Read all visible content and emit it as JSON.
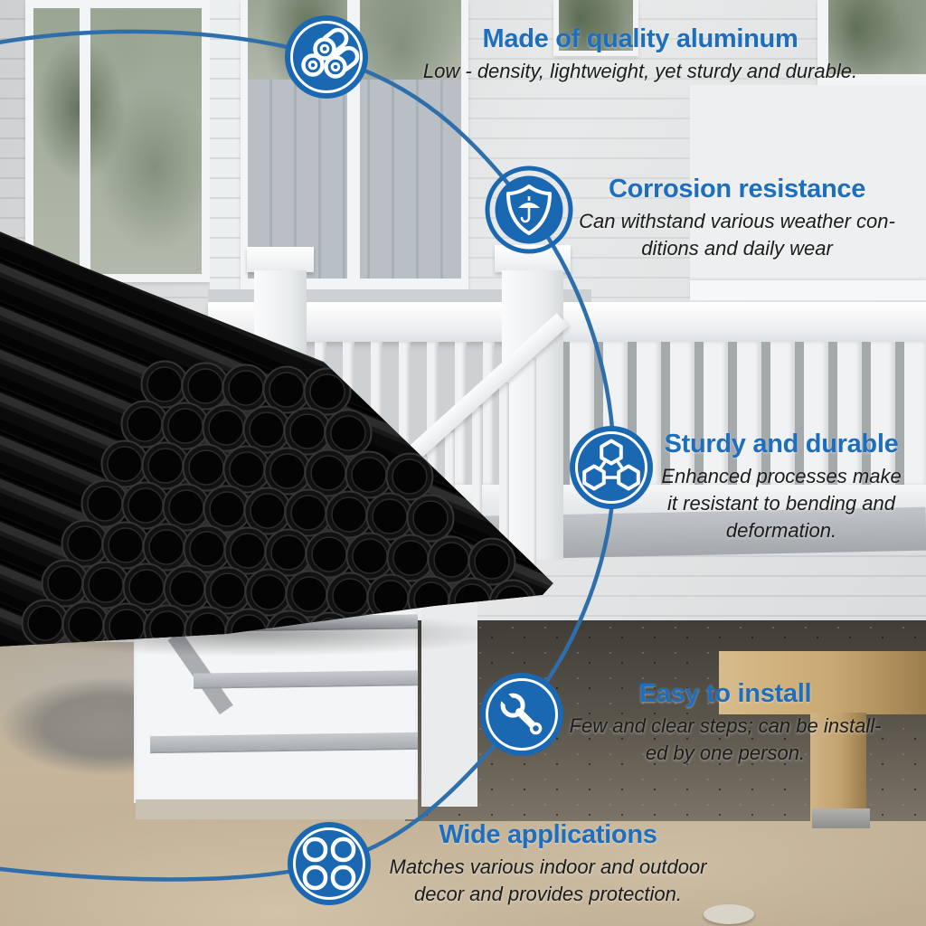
{
  "accent_blue": "#1d6fbe",
  "icon_blue": "#1a67b2",
  "curve_color": "#2e6fab",
  "features": [
    {
      "title": "Made of quality aluminum",
      "desc": "Low - density, lightweight, yet sturdy and durable.",
      "icon": "pipes-icon"
    },
    {
      "title": "Corrosion resistance",
      "desc": "Can withstand various weather con-\nditions and daily wear",
      "icon": "shield-umbrella-icon"
    },
    {
      "title": "Sturdy and durable",
      "desc": "Enhanced processes make\nit resistant to bending and\ndeformation.",
      "icon": "hexagons-icon"
    },
    {
      "title": "Easy to install",
      "desc": "Few and clear steps; can be install-\ned by one person.",
      "icon": "wrench-icon"
    },
    {
      "title": "Wide applications",
      "desc": "Matches various indoor and outdoor\ndecor and provides protection.",
      "icon": "clover-icon"
    }
  ]
}
